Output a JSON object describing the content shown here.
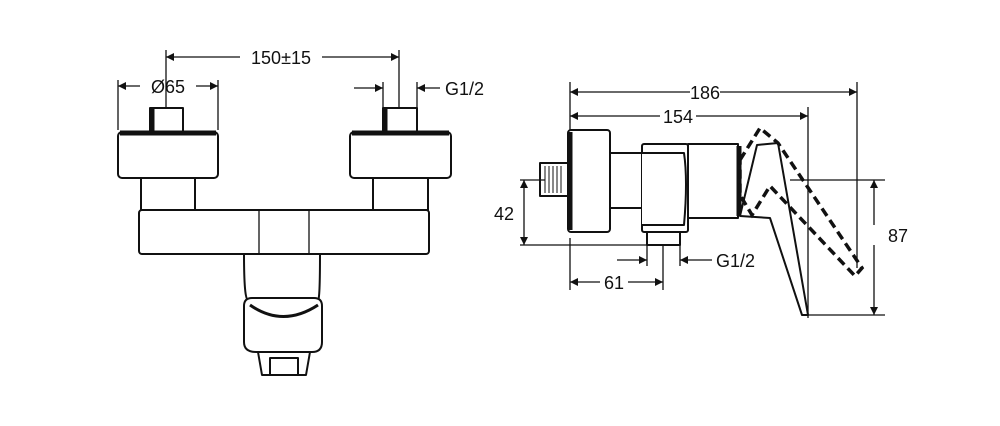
{
  "front_view": {
    "dim_center_distance": "150±15",
    "dim_cap_diameter": "Ø65",
    "dim_inlet_thread": "G1/2"
  },
  "side_view": {
    "dim_total_depth": "186",
    "dim_body_depth": "154",
    "dim_inlet_height": "42",
    "dim_outlet_offset": "61",
    "dim_outlet_thread": "G1/2",
    "dim_handle_height": "87"
  }
}
